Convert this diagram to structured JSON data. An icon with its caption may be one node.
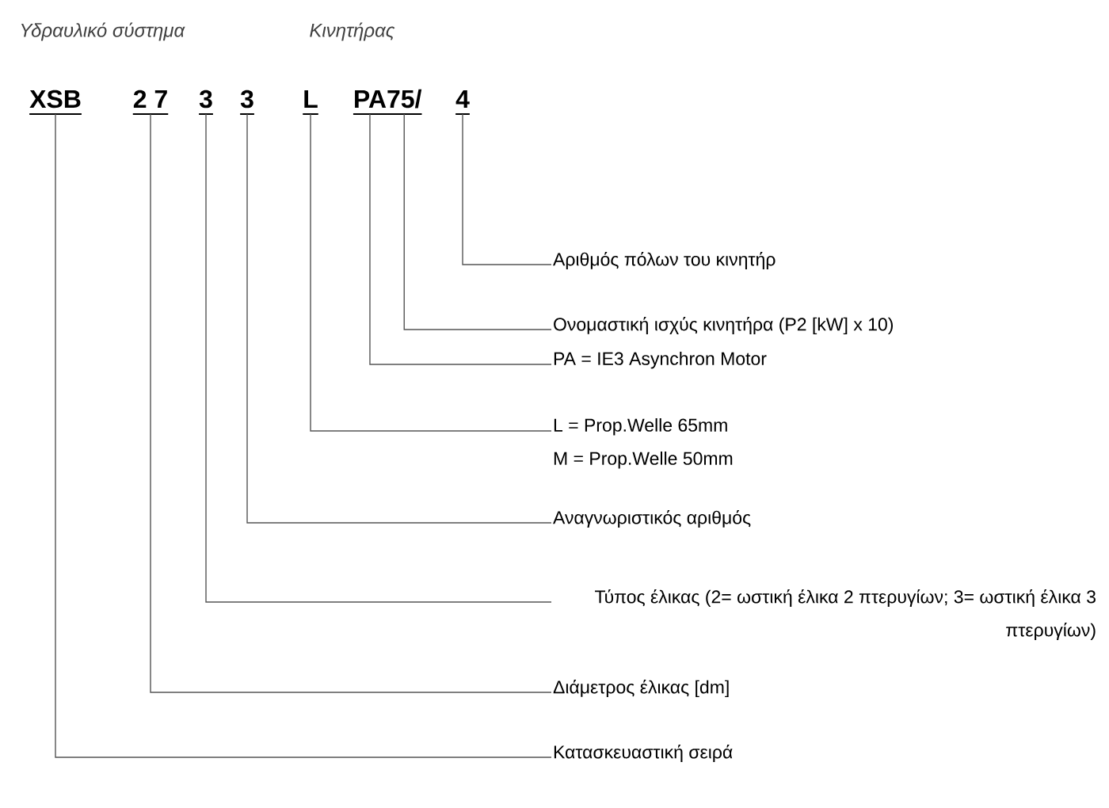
{
  "diagram": {
    "nodes": [
      {
        "text": [
          "XSB"
        ]
      },
      {
        "text": [
          "2 7"
        ]
      },
      {
        "text": [
          "3"
        ]
      },
      {
        "text": [
          "3"
        ]
      },
      {
        "text": [
          "L"
        ]
      },
      {
        "text": [
          "PA"
        ]
      },
      {
        "text": [
          "75/"
        ]
      },
      {
        "text": [
          "4"
        ]
      },
      {
        "text": [
          "Αριθμός πόλων του κινητήρ"
        ]
      },
      {
        "text": [
          "Ονομαστική ισχύς κινητήρα (P2 [kW] x 10)"
        ]
      },
      {
        "text": [
          "PA = IE3 Asynchron Motor"
        ]
      },
      {
        "text": [
          "L  = Prop.Welle 65mm",
          "M = Prop.Welle 50mm"
        ]
      },
      {
        "text": [
          "Αναγνωριστικός αριθμός"
        ]
      },
      {
        "text": [
          "Τύπος έλικας (2= ωστική έλικα 2 πτερυγίων; 3= ωστική έλικα 3 πτερυγίων)"
        ]
      },
      {
        "text": [
          "Διάμετρος έλικας [dm]"
        ]
      },
      {
        "text": [
          "Κατασκευαστική σειρά"
        ]
      }
    ],
    "edges": [
      {
        "from": 7,
        "to": 8,
        "arrow": "none"
      },
      {
        "from": 6,
        "to": 9,
        "arrow": "none"
      },
      {
        "from": 5,
        "to": 10,
        "arrow": "none"
      },
      {
        "from": 4,
        "to": 11,
        "arrow": "none"
      },
      {
        "from": 3,
        "to": 12,
        "arrow": "none"
      },
      {
        "from": 2,
        "to": 13,
        "arrow": "none"
      },
      {
        "from": 1,
        "to": 14,
        "arrow": "none"
      },
      {
        "from": 0,
        "to": 15,
        "arrow": "none"
      }
    ],
    "labels": [
      "Υδραυλικό σύστημα",
      "Κινητήρας"
    ]
  }
}
